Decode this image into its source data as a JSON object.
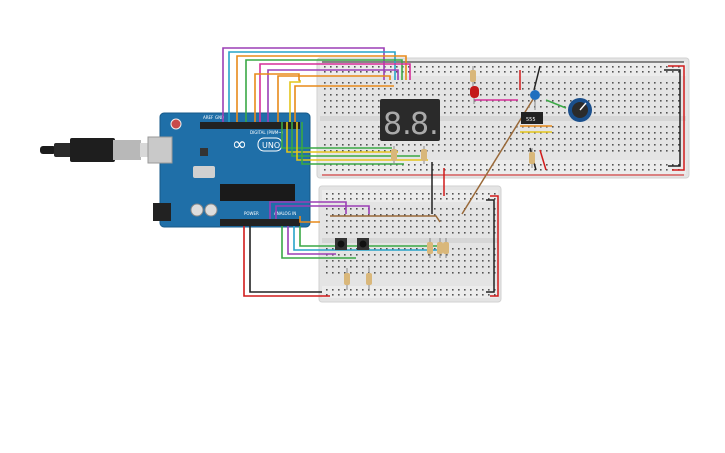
{
  "arduino": {
    "logo_text": "∞",
    "model": "UNO",
    "digital_label": "DIGITAL (PWM~)",
    "power_label": "POWER",
    "analog_label": "ANALOG IN",
    "aref_label": "AREF",
    "gnd_label": "GND"
  },
  "seven_segment": {
    "digits": [
      "8.",
      "8."
    ]
  },
  "ic": {
    "label": "555"
  },
  "colors": {
    "board": "#1f6fa8",
    "breadboard": "#e4e4e4",
    "rail_red": "#d11b1b",
    "rail_black": "#222222",
    "wire_purple": "#9b3fb5",
    "wire_orange": "#e88a1a",
    "wire_green": "#3aa845",
    "wire_yellow": "#e3c51b",
    "wire_brown": "#9a6a3a",
    "wire_cyan": "#27a3c9",
    "wire_magenta": "#d62f9a"
  }
}
